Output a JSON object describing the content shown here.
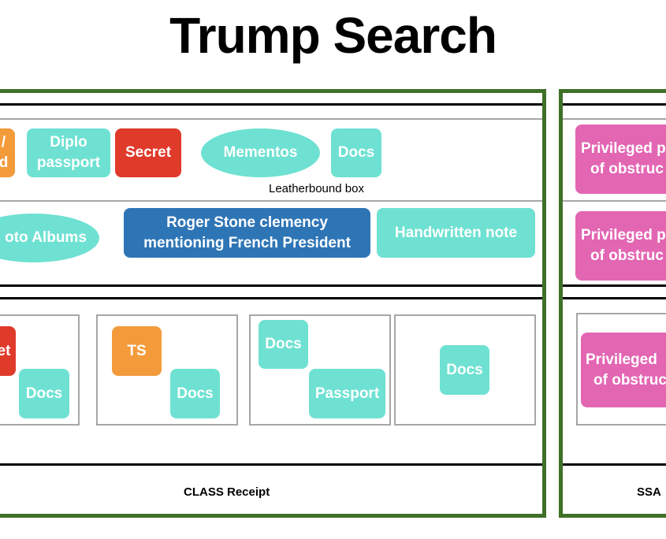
{
  "title": "Trump Search",
  "colors": {
    "frame": "#3f7028",
    "teal": "#6ee1d2",
    "red": "#e03a2b",
    "orange": "#f39b3a",
    "blue": "#2e75b6",
    "pink": "#e366b3"
  },
  "left_panel": {
    "label": "CLASS Receipt",
    "leatherbound_caption": "Leatherbound box",
    "row1": {
      "cut_chip_line1": "/",
      "cut_chip_line2": "d",
      "diplo_line1": "Diplo",
      "diplo_line2": "passport",
      "secret": "Secret",
      "mementos": "Mementos",
      "docs": "Docs"
    },
    "row2": {
      "photo_albums": "oto Albums",
      "roger_line1": "Roger Stone clemency",
      "roger_line2": "mentioning French President",
      "handwritten": "Handwritten note"
    },
    "boxes": {
      "box1_secret": "et",
      "box1_docs": "Docs",
      "box2_ts": "TS",
      "box2_docs": "Docs",
      "box3_docs": "Docs",
      "box3_passport": "Passport",
      "box4_docs": "Docs"
    }
  },
  "right_panel": {
    "label": "SSA",
    "chip1_line1": "Privileged p",
    "chip1_line2": "of obstruc",
    "chip2_line1": "Privileged p",
    "chip2_line2": "of obstruc",
    "chip3_line1": "Privileged",
    "chip3_line2": "of obstruc"
  }
}
